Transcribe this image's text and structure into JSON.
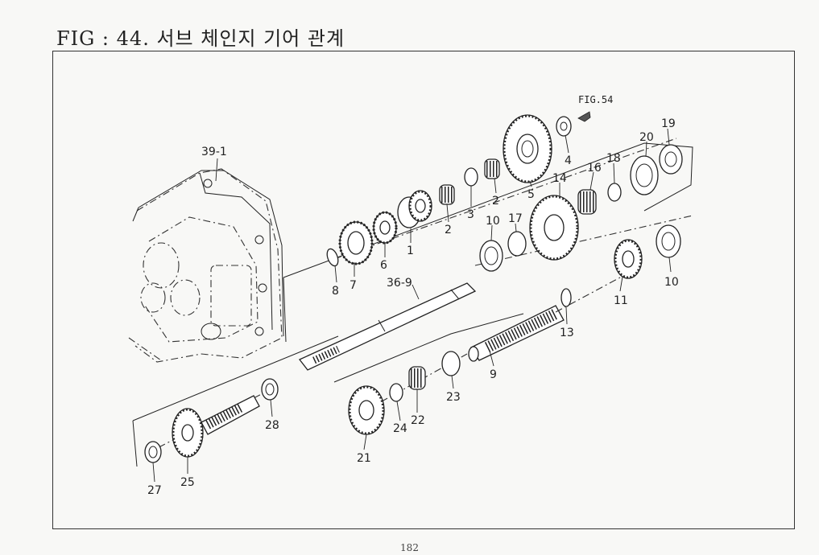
{
  "header": {
    "title": "FIG : 44. 서브 체인지 기어 관계"
  },
  "footer": {
    "page_number": "182"
  },
  "reference": {
    "label": "FIG.54"
  },
  "callouts": {
    "c39_1": "39-1",
    "c36_9": "36-9",
    "c1": "1",
    "c2a": "2",
    "c2b": "2",
    "c3": "3",
    "c4": "4",
    "c5": "5",
    "c6": "6",
    "c7": "7",
    "c8": "8",
    "c9": "9",
    "c10a": "10",
    "c10b": "10",
    "c11": "11",
    "c13": "13",
    "c14": "14",
    "c16": "16",
    "c17": "17",
    "c18": "18",
    "c19": "19",
    "c20": "20",
    "c21": "21",
    "c22": "22",
    "c23": "23",
    "c24": "24",
    "c25": "25",
    "c27": "27",
    "c28": "28"
  }
}
